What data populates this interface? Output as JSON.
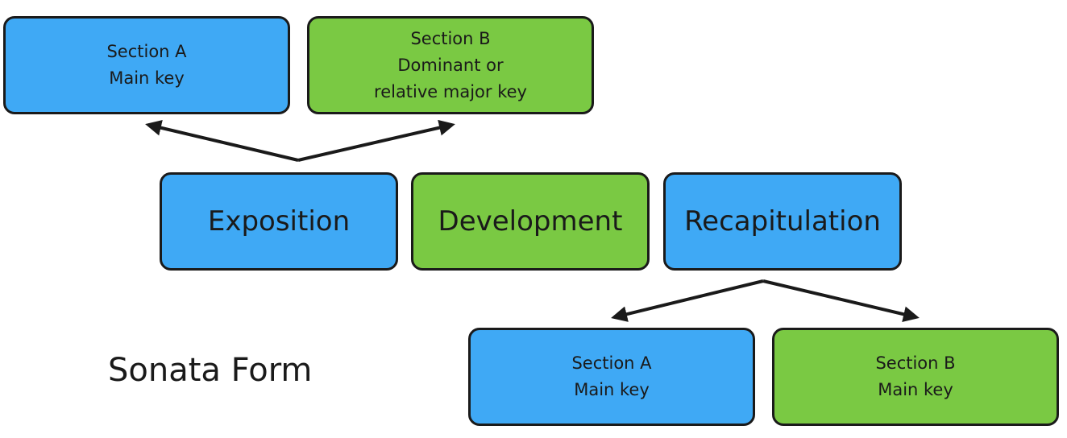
{
  "diagram": {
    "title": "Sonata Form",
    "exposition_sections": [
      {
        "lines": [
          "Section A",
          "Main key"
        ],
        "color": "#3fa9f5"
      },
      {
        "lines": [
          "Section B",
          "Dominant or",
          "relative major key"
        ],
        "color": "#7ac943"
      }
    ],
    "parts": [
      {
        "label": "Exposition",
        "color": "#3fa9f5"
      },
      {
        "label": "Development",
        "color": "#7ac943"
      },
      {
        "label": "Recapitulation",
        "color": "#3fa9f5"
      }
    ],
    "recapitulation_sections": [
      {
        "lines": [
          "Section A",
          "Main key"
        ],
        "color": "#3fa9f5"
      },
      {
        "lines": [
          "Section B",
          "Main key"
        ],
        "color": "#7ac943"
      }
    ]
  },
  "colors": {
    "blue": "#3fa9f5",
    "green": "#7ac943",
    "outline": "#1a1a1a"
  }
}
